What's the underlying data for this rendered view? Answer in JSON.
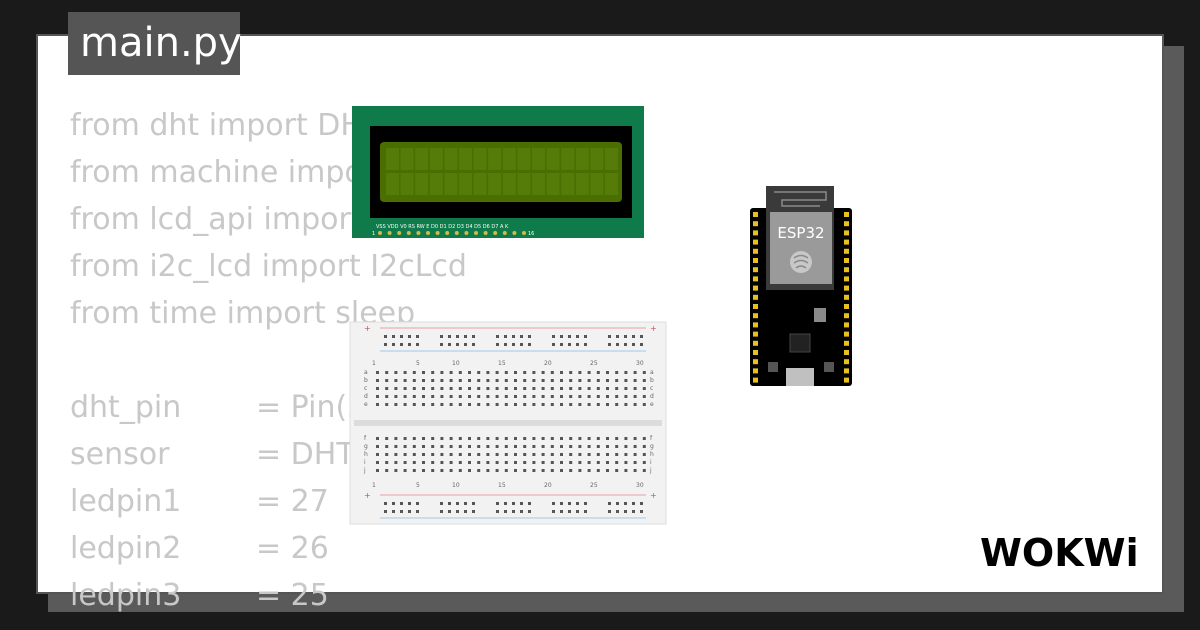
{
  "file_tab": {
    "label": "main.py"
  },
  "code": {
    "imports": [
      "from dht import DHT22",
      "from machine import Pin, I2C",
      "from lcd_api import LcdApi",
      "from i2c_lcd import I2cLcd",
      "from time import sleep"
    ],
    "assignments": [
      {
        "name": "dht_pin",
        "value": "= Pin(2)"
      },
      {
        "name": "sensor",
        "value": "= DHT22(dht_pin)"
      },
      {
        "name": "ledpin1",
        "value": "= 27"
      },
      {
        "name": "ledpin2",
        "value": "= 26"
      },
      {
        "name": "ledpin3",
        "value": "= 25"
      }
    ]
  },
  "lcd": {
    "pin_labels": "VSS VDD V0 RS RW E D0 D1 D2 D3 D4 D5 D6 D7 A K",
    "pin_first": "1",
    "pin_last": "16",
    "colors": {
      "board": "#0f7a4a",
      "bezel": "#000000",
      "screen": "#4a6f00"
    }
  },
  "breadboard": {
    "columns": [
      "1",
      "5",
      "10",
      "15",
      "20",
      "25",
      "30"
    ],
    "rows_top": [
      "a",
      "b",
      "c",
      "d",
      "e"
    ],
    "rows_bottom": [
      "f",
      "g",
      "h",
      "i",
      "j"
    ],
    "plus": "+",
    "minus": "-"
  },
  "esp32": {
    "label": "ESP32"
  },
  "brand": {
    "logo_text": "WOKWi"
  }
}
